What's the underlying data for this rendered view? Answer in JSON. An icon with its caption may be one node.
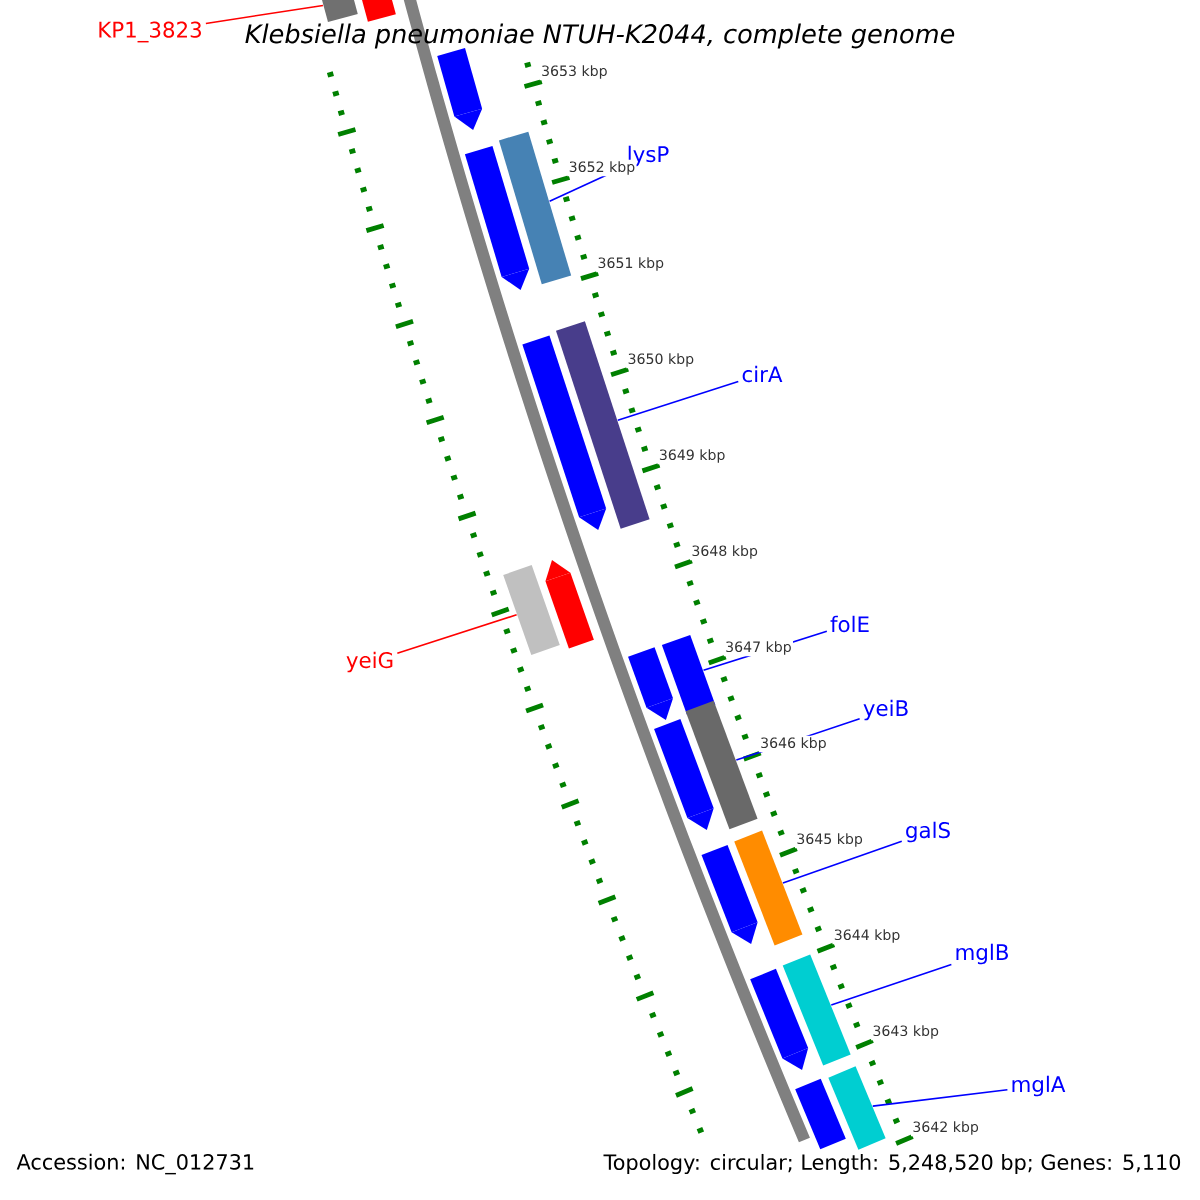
{
  "diagram": {
    "title": "*Klebsiella pneumoniae* NTUH-K2044, complete genome",
    "nodes": [
      {
        "text": [
          "KP1_3823"
        ]
      },
      {
        "text": [],
        "shape": "box"
      },
      {
        "text": [],
        "shape": "box"
      },
      {
        "text": [],
        "shape": "pentagon"
      },
      {
        "text": [],
        "shape": "pentagon"
      },
      {
        "text": [],
        "shape": "box"
      },
      {
        "text": [
          "lysP"
        ]
      },
      {
        "text": [],
        "shape": "pentagon"
      },
      {
        "text": [],
        "shape": "box"
      },
      {
        "text": [
          "cirA"
        ]
      },
      {
        "text": [],
        "shape": "box"
      },
      {
        "text": [],
        "shape": "pentagon"
      },
      {
        "text": [
          "yeiG"
        ]
      },
      {
        "text": [],
        "shape": "pentagon"
      },
      {
        "text": [],
        "shape": "box"
      },
      {
        "text": [
          "folE"
        ]
      },
      {
        "text": [],
        "shape": "pentagon"
      },
      {
        "text": [],
        "shape": "box"
      },
      {
        "text": [
          "yeiB"
        ]
      },
      {
        "text": [],
        "shape": "pentagon"
      },
      {
        "text": [],
        "shape": "box"
      },
      {
        "text": [
          "galS"
        ]
      },
      {
        "text": [],
        "shape": "pentagon"
      },
      {
        "text": [],
        "shape": "box"
      },
      {
        "text": [
          "mglB"
        ]
      },
      {
        "text": [],
        "shape": "box"
      },
      {
        "text": [],
        "shape": "box"
      },
      {
        "text": [
          "mglA"
        ]
      }
    ],
    "edges": [
      {
        "from": 0,
        "to": 1,
        "arrow": "none",
        "color": "#ff0000"
      },
      {
        "from": 6,
        "to": 5,
        "arrow": "none"
      },
      {
        "from": 9,
        "to": 8,
        "arrow": "none"
      },
      {
        "from": 12,
        "to": 10,
        "arrow": "none",
        "color": "#ff0000"
      },
      {
        "from": 15,
        "to": 14,
        "arrow": "none"
      },
      {
        "from": 18,
        "to": 17,
        "arrow": "none"
      },
      {
        "from": 21,
        "to": 20,
        "arrow": "none"
      },
      {
        "from": 24,
        "to": 23,
        "arrow": "none"
      },
      {
        "from": 27,
        "to": 26,
        "arrow": "none"
      }
    ],
    "labels": [
      "3653 kbp",
      "3652 kbp",
      "3651 kbp",
      "3650 kbp",
      "3649 kbp",
      "3648 kbp",
      "3647 kbp",
      "3646 kbp",
      "3645 kbp",
      "3644 kbp",
      "3643 kbp",
      "3642 kbp",
      "Accession: NC_012731",
      "Topology: circular; Length: 5,248,520 bp; Genes: 5,110"
    ]
  }
}
